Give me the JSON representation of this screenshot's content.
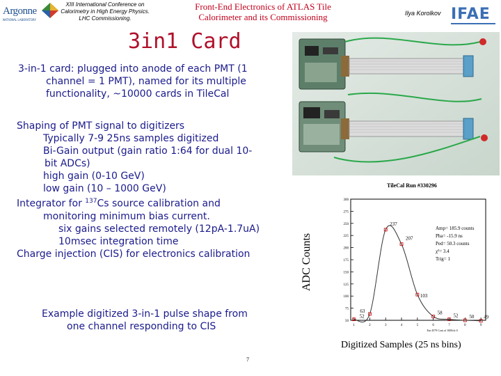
{
  "header": {
    "logo_left": "Argonne",
    "logo_left_sub": "NATIONAL LABORATORY",
    "conference": "XIII International Conference on Calorimetry in High Energy Physics. LHC Commissioning.",
    "title_line1": "Front-End Electronics of ATLAS Tile",
    "title_line2": "Calorimeter and its Commissioning",
    "author": "Ilya Korolkov",
    "logo_right": "IFAE"
  },
  "slide": {
    "heading": "3in1 Card",
    "intro": {
      "line1": "3-in-1 card: plugged into anode of each PMT (1",
      "line2": "channel = 1 PMT), named for its multiple",
      "line3": "functionality, ~10000 cards in TileCal"
    },
    "features": {
      "shaping": "Shaping of PMT signal to digitizers",
      "samples": "Typically 7-9 25ns samples digitized",
      "bigain1": "Bi-Gain output (gain ratio 1:64 for dual 10-",
      "bigain2": "bit ADCs)",
      "high_gain": "high gain (0-10 GeV)",
      "low_gain": "low gain (10 – 1000 GeV)",
      "integrator_pre": "Integrator for ",
      "integrator_sup": "137",
      "integrator_post": "Cs source calibration and",
      "integrator2": "monitoring minimum bias current.",
      "six_gains": "six gains selected remotely (12pA-1.7uA)",
      "integration_time": "10msec integration time",
      "cis": "Charge injection (CIS) for electronics calibration"
    },
    "example": {
      "line1": "Example digitized 3-in-1 pulse shape from",
      "line2": "one channel responding to CIS"
    },
    "page_number": "7"
  },
  "chart_data": {
    "type": "line",
    "title": "TileCal Run #330296",
    "xlabel": "Digitized Samples (25 ns bins)",
    "ylabel": "ADC Counts",
    "sub_xlabel": "Ent 4579 Cont of 1000ch f1",
    "x": [
      1,
      2,
      3,
      4,
      5,
      6,
      7,
      8,
      9
    ],
    "y": [
      52,
      63,
      237,
      207,
      103,
      58,
      52,
      50,
      49
    ],
    "point_labels": [
      "52",
      "63",
      "237",
      "207",
      "103",
      "58",
      "52",
      "50",
      "49"
    ],
    "xlim": [
      0.8,
      9.3
    ],
    "ylim": [
      50,
      300
    ],
    "yticks": [
      50,
      75,
      100,
      125,
      150,
      175,
      200,
      225,
      250,
      275,
      300
    ],
    "xticks": [
      1,
      2,
      3,
      4,
      5,
      6,
      7,
      8,
      9
    ],
    "fit_params": [
      "Amp= 185.9 counts",
      "Pha= -15.9 ns",
      "Ped= 50.3 counts",
      "χ²= 3.4",
      "Trig= 1"
    ],
    "colors": {
      "data": "#222222",
      "fit": "#333333",
      "marker": "#cc0000"
    }
  }
}
